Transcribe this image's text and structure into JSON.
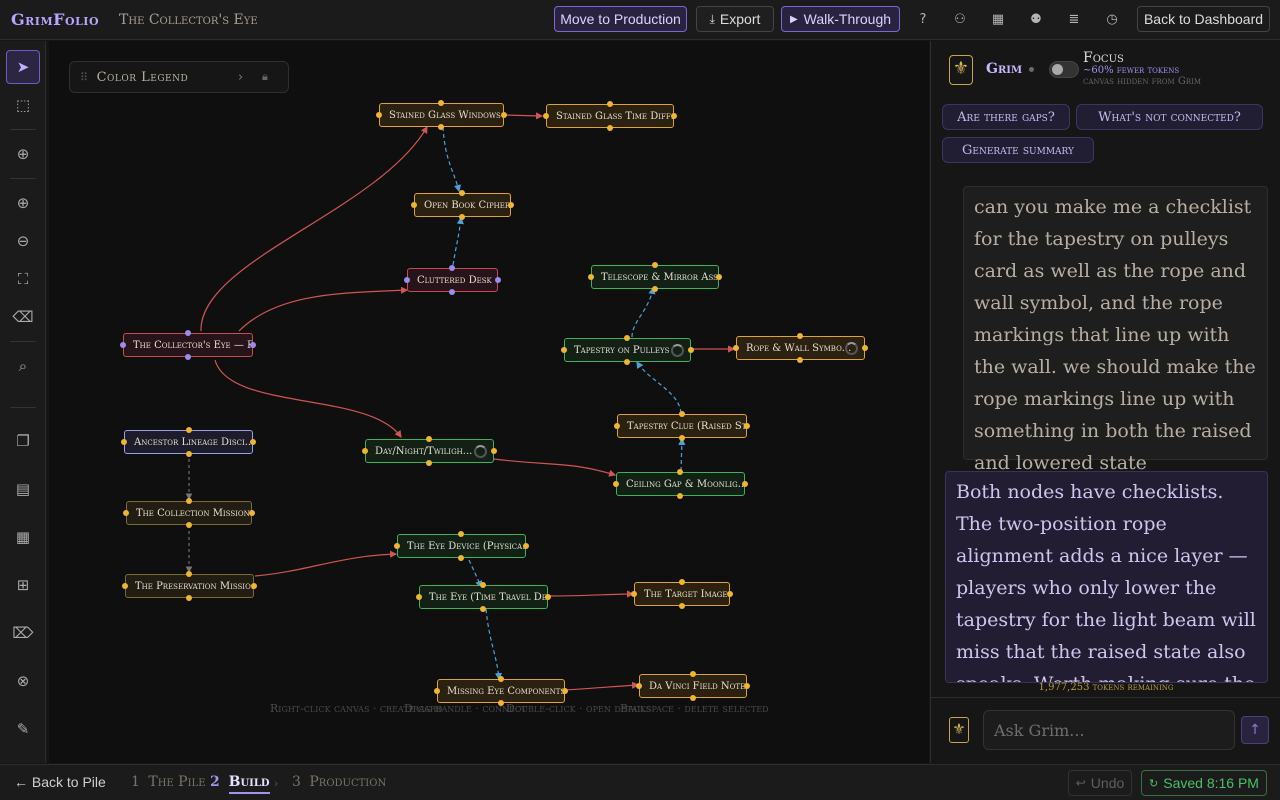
{
  "header": {
    "brand": "GrimFolio",
    "project_title": "The Collector's Eye",
    "move_to_production": "Move to Production",
    "export": "Export",
    "walk_through": "Walk-Through",
    "back_to_dashboard": "Back to Dashboard",
    "icons": [
      "help-icon",
      "user-icon",
      "calendar-icon",
      "team-icon",
      "notes-icon",
      "history-icon"
    ]
  },
  "toolbar": {
    "tools": [
      "select-icon",
      "marquee-icon",
      "add-node-icon",
      "zoom-in-icon",
      "zoom-out-icon",
      "fit-view-icon",
      "eraser-icon",
      "search-icon",
      "copy-icon",
      "archive-icon",
      "grid-icon",
      "add-card-icon",
      "tag-icon",
      "delete-icon",
      "edit-icon"
    ]
  },
  "canvas": {
    "legend_title": "Color Legend",
    "nodes": [
      {
        "id": "stained-glass",
        "label": "Stained Glass Windows",
        "color": "amber"
      },
      {
        "id": "stained-glass-time",
        "label": "Stained Glass Time Diff...",
        "color": "amber"
      },
      {
        "id": "open-book",
        "label": "Open Book Cipher",
        "color": "amber"
      },
      {
        "id": "cluttered-desk",
        "label": "Cluttered Desk",
        "color": "red"
      },
      {
        "id": "collectors-eye",
        "label": "The Collector's Eye — R...",
        "color": "red"
      },
      {
        "id": "telescope",
        "label": "Telescope & Mirror Ass...",
        "color": "green"
      },
      {
        "id": "tapestry",
        "label": "Tapestry on Pulleys",
        "color": "green"
      },
      {
        "id": "rope-wall",
        "label": "Rope & Wall Symbo...",
        "color": "amber"
      },
      {
        "id": "tapestry-clue",
        "label": "Tapestry Clue (Raised St...",
        "color": "amber"
      },
      {
        "id": "ancestor",
        "label": "Ancestor Lineage Disci...",
        "color": "lavender"
      },
      {
        "id": "day-night",
        "label": "Day/Night/Twiligh...",
        "color": "green"
      },
      {
        "id": "ceiling-gap",
        "label": "Ceiling Gap & Moonlig...",
        "color": "green"
      },
      {
        "id": "collection-mission",
        "label": "The Collection Mission",
        "color": "olive"
      },
      {
        "id": "preservation",
        "label": "The Preservation Missio...",
        "color": "olive"
      },
      {
        "id": "eye-device",
        "label": "The Eye Device (Physica...",
        "color": "green"
      },
      {
        "id": "eye-time",
        "label": "The Eye (Time Travel De...",
        "color": "green"
      },
      {
        "id": "target-image",
        "label": "The Target Image",
        "color": "amber"
      },
      {
        "id": "missing-eye",
        "label": "Missing Eye Components",
        "color": "amber"
      },
      {
        "id": "davinci",
        "label": "Da Vinci Field Notes",
        "color": "amber"
      }
    ],
    "hints": [
      "Right-click canvas · create card",
      "Drag handle · connect",
      "Double-click · open details",
      "Backspace · delete selected"
    ]
  },
  "panel": {
    "name": "Grim",
    "focus_label": "Focus",
    "focus_sub1": "~60% fewer tokens",
    "focus_sub2": "canvas hidden from Grim",
    "chips": [
      "Are there gaps?",
      "What's not connected?",
      "Generate summary"
    ],
    "user_message": "can you make me a checklist for the tapestry on pulleys card as well as the rope and wall symbol, and the rope markings that line up with the wall. we should make the rope markings line up with something in both the raised and lowered state",
    "grim_message": "Both nodes have checklists. The two-position rope alignment adds a nice layer — players who only lower the tapestry for the light beam will miss that the raised state also speaks. Worth making sure the ancestor bust",
    "tokens_remaining": "1,977,253 tokens remaining",
    "ask_placeholder": "Ask Grim..."
  },
  "footer": {
    "back_to_pile": "← Back to Pile",
    "steps": [
      {
        "num": "1",
        "label": "The Pile",
        "active": false
      },
      {
        "num": "2",
        "label": "Build",
        "active": true
      },
      {
        "num": "3",
        "label": "Production",
        "active": false
      }
    ],
    "undo": "Undo",
    "saved": "Saved 8:16 PM"
  },
  "colors": {
    "accent": "#b9a4ff",
    "amber": "#e0a42e",
    "green": "#3fb35a",
    "red": "#c94b4b",
    "lavender": "#9b9ee8",
    "saved_green": "#49c06a"
  }
}
